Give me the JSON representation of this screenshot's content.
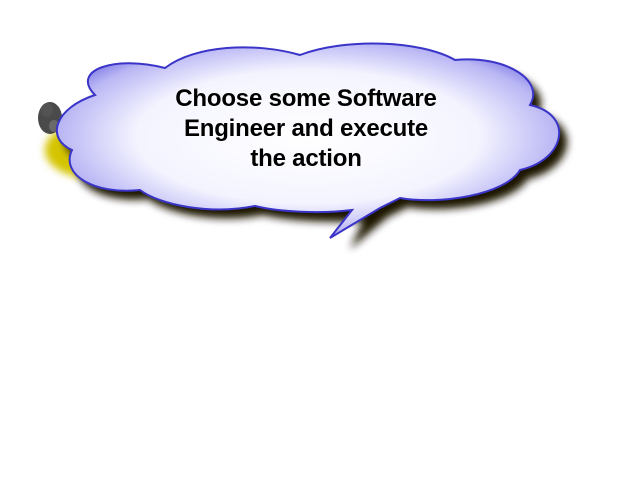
{
  "message": {
    "lines": [
      "Choose some Software",
      "Engineer and execute",
      "the action"
    ]
  },
  "colors": {
    "background": "#ffffff",
    "bubble_fill_center": "#ffffff",
    "bubble_fill_edge": "#4b45d9",
    "bubble_shadow": "#1a1400",
    "bubble_glow": "#d4c400",
    "text": "#000000"
  },
  "icons": {
    "bubble": "thought-cloud-speech-bubble"
  }
}
